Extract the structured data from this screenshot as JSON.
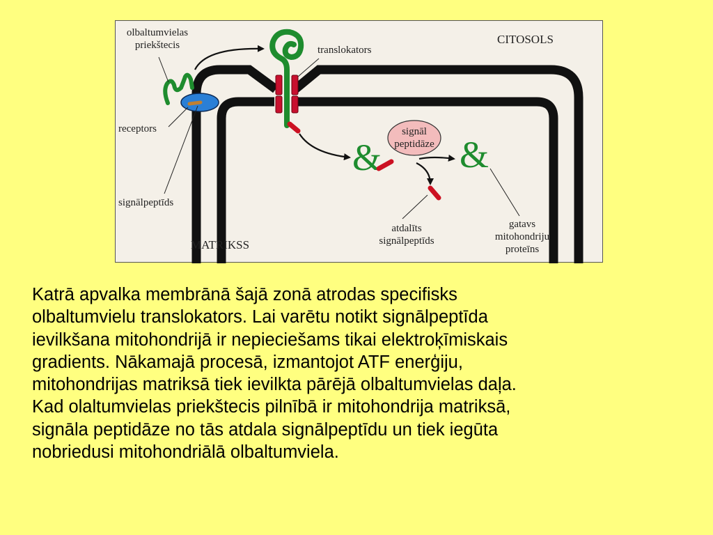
{
  "figure": {
    "labels": {
      "precursor": "olbaltumvielas\npriekštecis",
      "translocator": "translokators",
      "cytosol": "CITOSOLS",
      "receptor": "receptors",
      "enzyme": "signāl\npeptidāze",
      "signal_peptide": "signālpeptīds",
      "cleaved_peptide": "atdalīts\nsignālpeptīds",
      "mature_protein": "gatavs\nmitohondriju\nproteīns",
      "matrix": "MATRIKSS"
    },
    "colors": {
      "membrane": "#111111",
      "protein": "#1e8c2e",
      "signal_peptide": "#cc1122",
      "receptor": "#2a7fd6",
      "enzyme": "#f3bcbc",
      "figure_background": "#f4f0e8",
      "page_background": "#ffff80"
    },
    "glyphs": {
      "folded_protein": "&"
    }
  },
  "paragraph": {
    "lines": [
      "Katrā apvalka membrānā šajā zonā atrodas specifisks",
      "olbaltumvielu translokators.  Lai varētu notikt signālpeptīda",
      "ievilkšana mitohondrijā ir nepieciešams tikai elektroķīmiskais",
      "gradients. Nākamajā procesā, izmantojot ATF enerģiju,",
      "mitohondrijas matriksā tiek ievilkta pārējā olbaltumvielas daļa.",
      "Kad olaltumvielas priekštecis pilnībā ir mitohondrija matriksā,",
      "signāla peptidāze no tās atdala signālpeptīdu un tiek iegūta",
      "nobriedusi mitohondriālā olbaltumviela."
    ]
  }
}
